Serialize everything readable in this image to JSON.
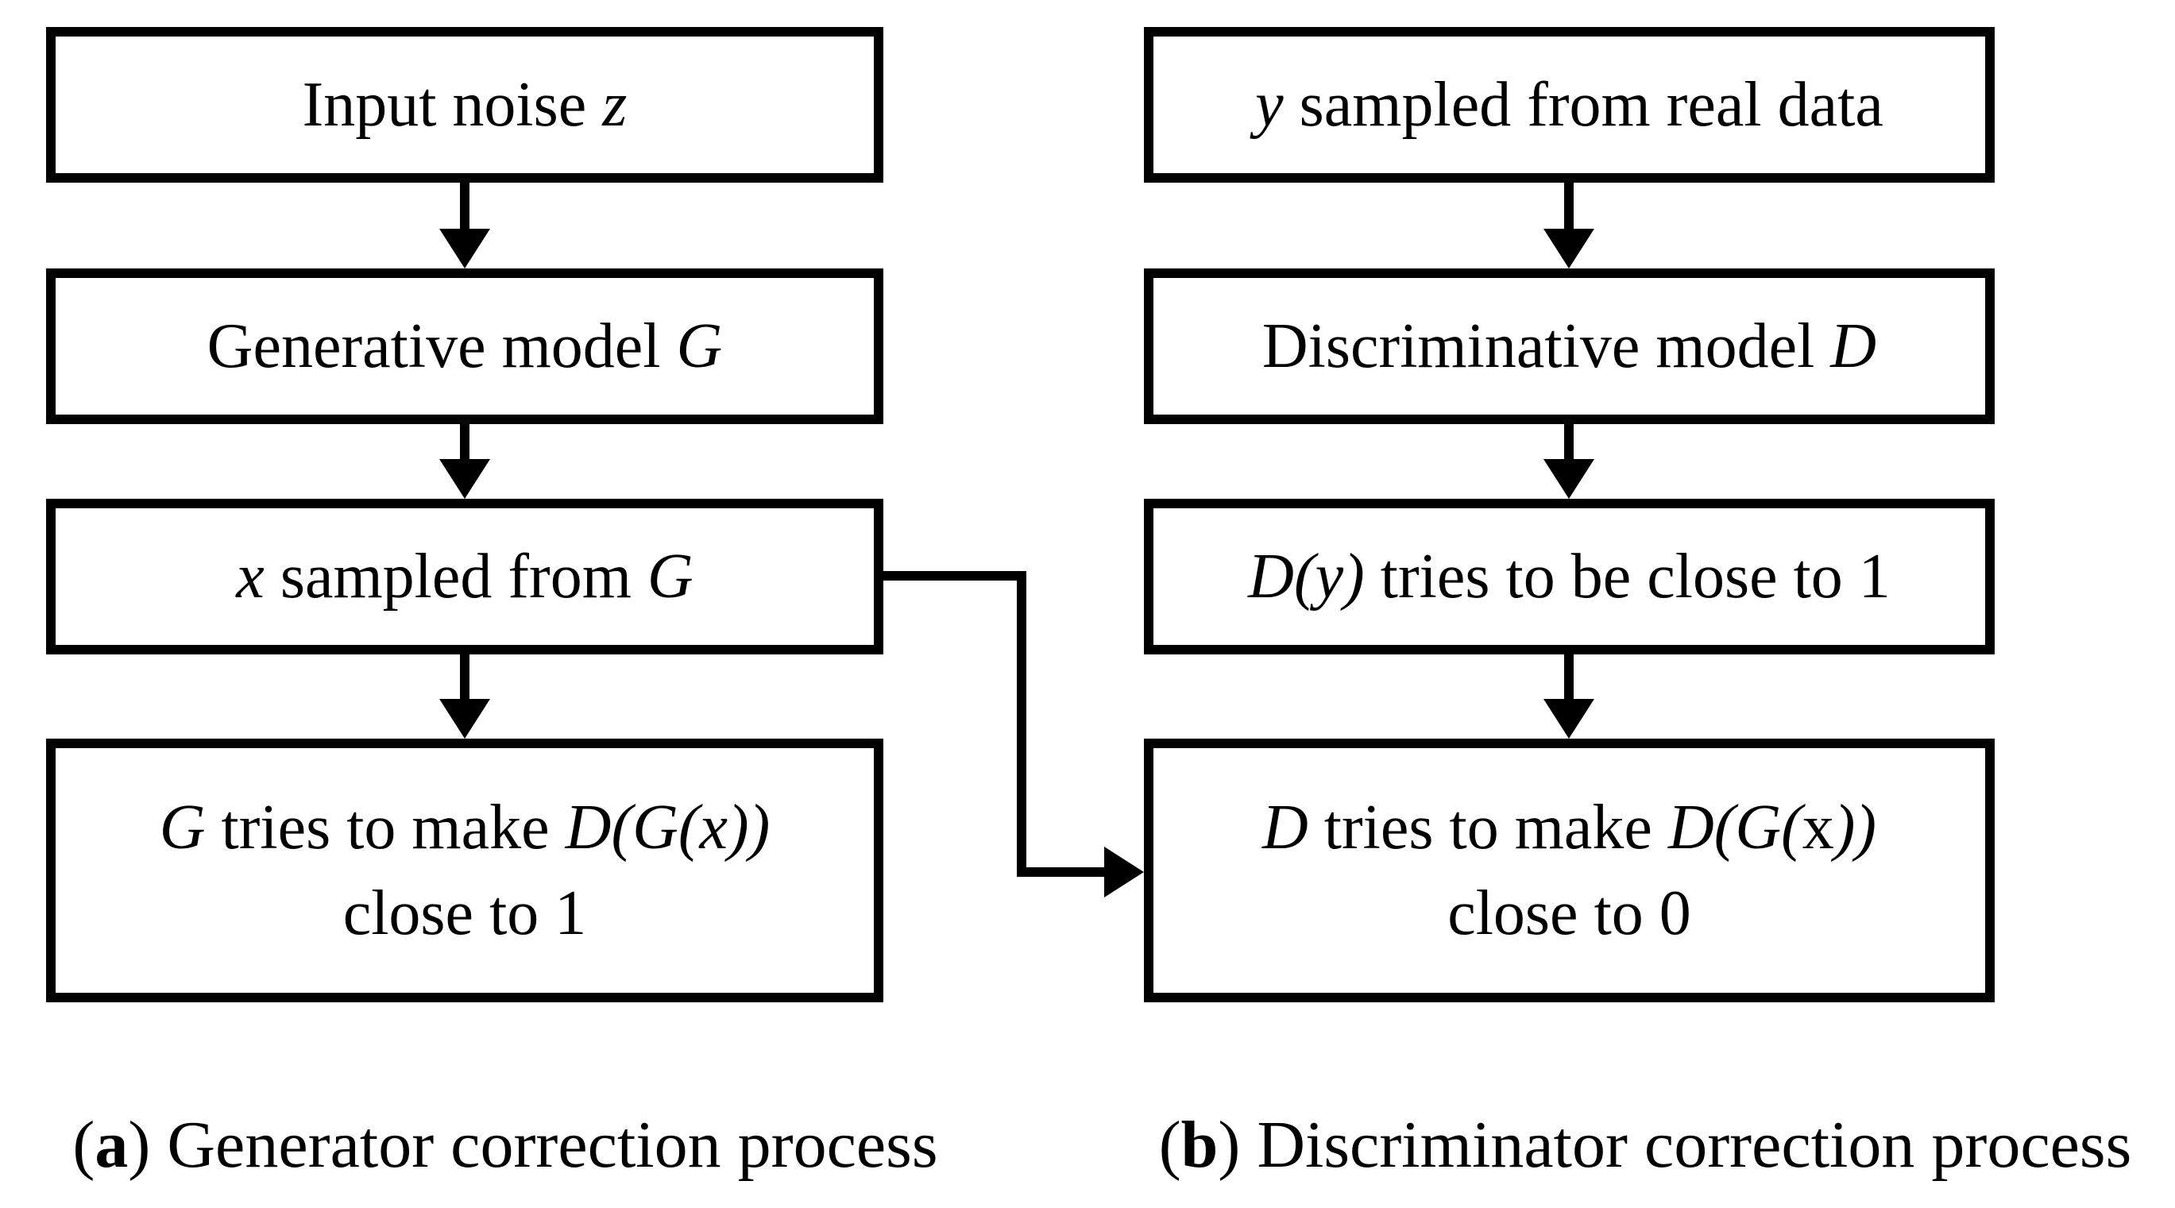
{
  "colors": {
    "stroke": "#000000",
    "background": "#ffffff",
    "text": "#000000"
  },
  "panel_a": {
    "caption": {
      "open": "(",
      "letter": "a",
      "rest": ") Generator correction process"
    },
    "box_input_noise": {
      "seg1": "Input noise ",
      "seg2": "z"
    },
    "box_generative_model": {
      "seg1": "Generative model ",
      "seg2": "G"
    },
    "box_x_sampled": {
      "seg1": "x",
      "seg2": " sampled from ",
      "seg3": "G"
    },
    "box_g_objective": {
      "line1": {
        "seg1": "G",
        "seg2": " tries to make ",
        "seg3": "D(G(x))"
      },
      "line2": "close to 1"
    }
  },
  "panel_b": {
    "caption": {
      "open": "(",
      "letter": "b",
      "rest": ") Discriminator correction process"
    },
    "box_y_sampled": {
      "seg1": "y",
      "seg2": " sampled from real data"
    },
    "box_discriminative_model": {
      "seg1": "Discriminative model ",
      "seg2": "D"
    },
    "box_dy_objective": {
      "seg1": "D(y)",
      "seg2": " tries to be close to 1"
    },
    "box_d_objective": {
      "line1": {
        "seg1": "D",
        "seg2": " tries to make ",
        "seg3": "D(G(",
        "seg4": "x",
        "seg5": "))"
      },
      "line2": "close to 0"
    }
  }
}
